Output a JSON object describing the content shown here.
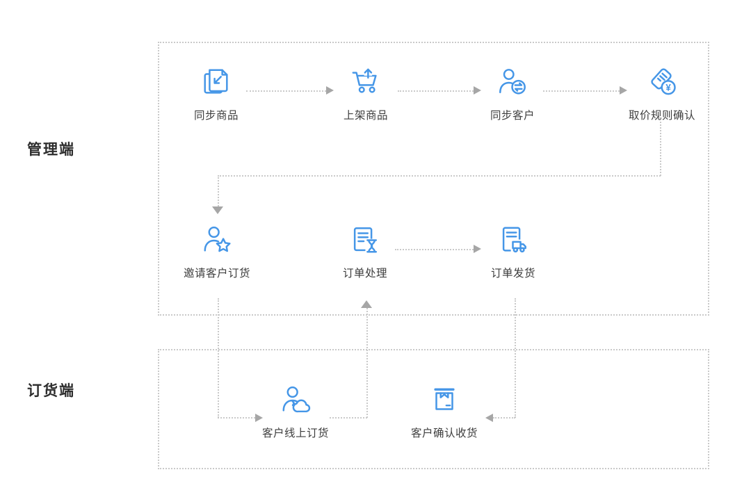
{
  "colors": {
    "icon_blue": "#4596e7",
    "line_gray": "#c9c9c9",
    "arrow_gray": "#a6a6a6",
    "label_text": "#3d3d3d",
    "lane_text": "#2d2d2d",
    "bg": "#ffffff"
  },
  "lanes": {
    "management": {
      "label": "管理端"
    },
    "ordering": {
      "label": "订货端"
    }
  },
  "nodes": {
    "sync_products": {
      "label": "同步商品",
      "icon": "documents-sync-icon"
    },
    "list_products": {
      "label": "上架商品",
      "icon": "cart-upload-icon"
    },
    "sync_customers": {
      "label": "同步客户",
      "icon": "user-sync-icon"
    },
    "price_rule_confirm": {
      "label": "取价规则确认",
      "icon": "receipt-yuan-icon"
    },
    "invite_customers": {
      "label": "邀请客户订货",
      "icon": "user-star-icon"
    },
    "order_processing": {
      "label": "订单处理",
      "icon": "document-hourglass-icon"
    },
    "order_shipping": {
      "label": "订单发货",
      "icon": "document-truck-icon"
    },
    "customer_online_order": {
      "label": "客户线上订货",
      "icon": "user-cloud-icon"
    },
    "customer_confirm_receipt": {
      "label": "客户确认收货",
      "icon": "package-icon"
    }
  },
  "edges": [
    {
      "from": "同步商品",
      "to": "上架商品"
    },
    {
      "from": "上架商品",
      "to": "同步客户"
    },
    {
      "from": "同步客户",
      "to": "取价规则确认"
    },
    {
      "from": "取价规则确认",
      "to": "邀请客户订货"
    },
    {
      "from": "订单处理",
      "to": "订单发货"
    },
    {
      "from": "邀请客户订货",
      "to": "客户线上订货"
    },
    {
      "from": "客户线上订货",
      "to": "订单处理"
    },
    {
      "from": "订单发货",
      "to": "客户确认收货"
    }
  ]
}
